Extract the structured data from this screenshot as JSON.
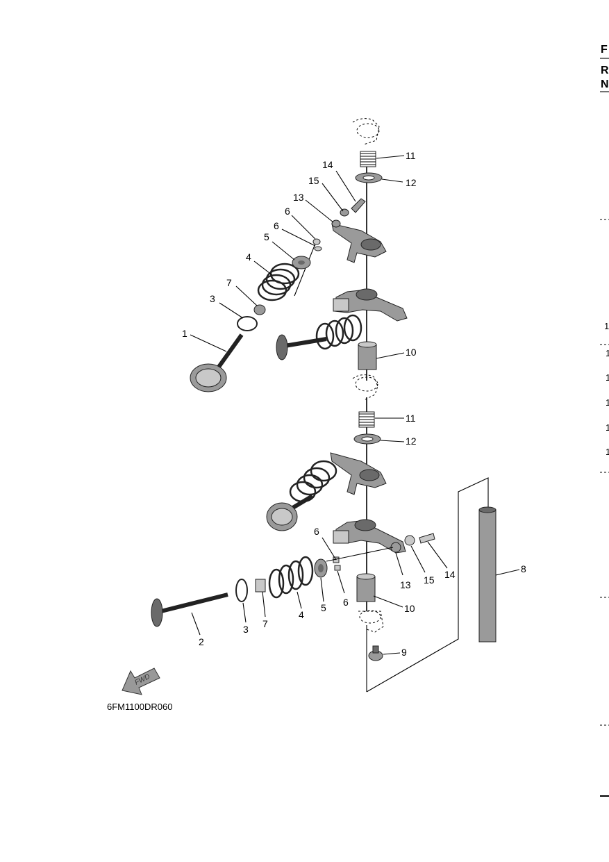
{
  "figure": {
    "code": "6FM1100DR060",
    "fwd_label": "FWD"
  },
  "callouts": {
    "c1": "1",
    "c2": "2",
    "c3a": "3",
    "c3b": "3",
    "c4a": "4",
    "c4b": "4",
    "c5a": "5",
    "c5b": "5",
    "c6a": "6",
    "c6b": "6",
    "c6c": "6",
    "c6d": "6",
    "c7a": "7",
    "c7b": "7",
    "c8": "8",
    "c9": "9",
    "c10a": "10",
    "c10b": "10",
    "c11a": "11",
    "c11b": "11",
    "c12a": "12",
    "c12b": "12",
    "c13a": "13",
    "c13b": "13",
    "c14a": "14",
    "c14b": "14",
    "c15a": "15",
    "c15b": "15"
  },
  "edge_text": {
    "header_letters": [
      "F",
      "R",
      "N"
    ],
    "side_numbers": [
      "1",
      "1",
      "1",
      "1",
      "1",
      "1"
    ]
  }
}
